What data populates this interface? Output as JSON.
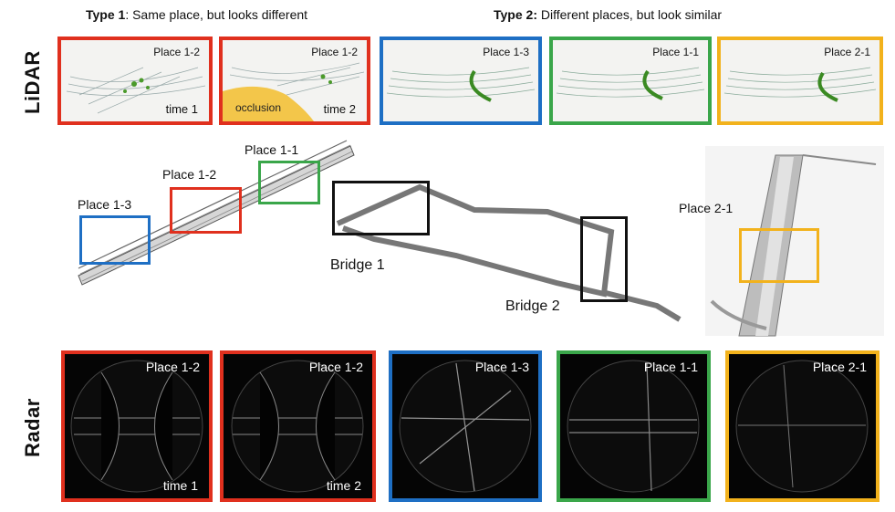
{
  "header": {
    "type1_bold": "Type 1",
    "type1_text": ": Same place, but looks different",
    "type2_bold": "Type 2:",
    "type2_text": " Different places, but look similar"
  },
  "row_labels": {
    "lidar": "LiDAR",
    "radar": "Radar"
  },
  "colors": {
    "red": "#e0301e",
    "blue": "#1e6fc4",
    "green": "#3aa64a",
    "yellow": "#f2b21c",
    "black": "#111111"
  },
  "lidar_panels": [
    {
      "label": "Place 1-2",
      "time": "time 1",
      "color": "red"
    },
    {
      "label": "Place 1-2",
      "time": "time 2",
      "occlusion": "occlusion",
      "color": "red"
    },
    {
      "label": "Place 1-3",
      "color": "blue"
    },
    {
      "label": "Place 1-1",
      "color": "green"
    },
    {
      "label": "Place 2-1",
      "color": "yellow"
    }
  ],
  "radar_panels": [
    {
      "label": "Place 1-2",
      "time": "time 1",
      "color": "red"
    },
    {
      "label": "Place 1-2",
      "time": "time 2",
      "color": "red"
    },
    {
      "label": "Place 1-3",
      "color": "blue"
    },
    {
      "label": "Place  1-1",
      "color": "green"
    },
    {
      "label": "Place 2-1",
      "color": "yellow"
    }
  ],
  "map_labels": {
    "place_1_1": "Place 1-1",
    "place_1_2": "Place 1-2",
    "place_1_3": "Place 1-3",
    "bridge_1": "Bridge 1",
    "bridge_2": "Bridge 2",
    "place_2_1": "Place 2-1"
  }
}
